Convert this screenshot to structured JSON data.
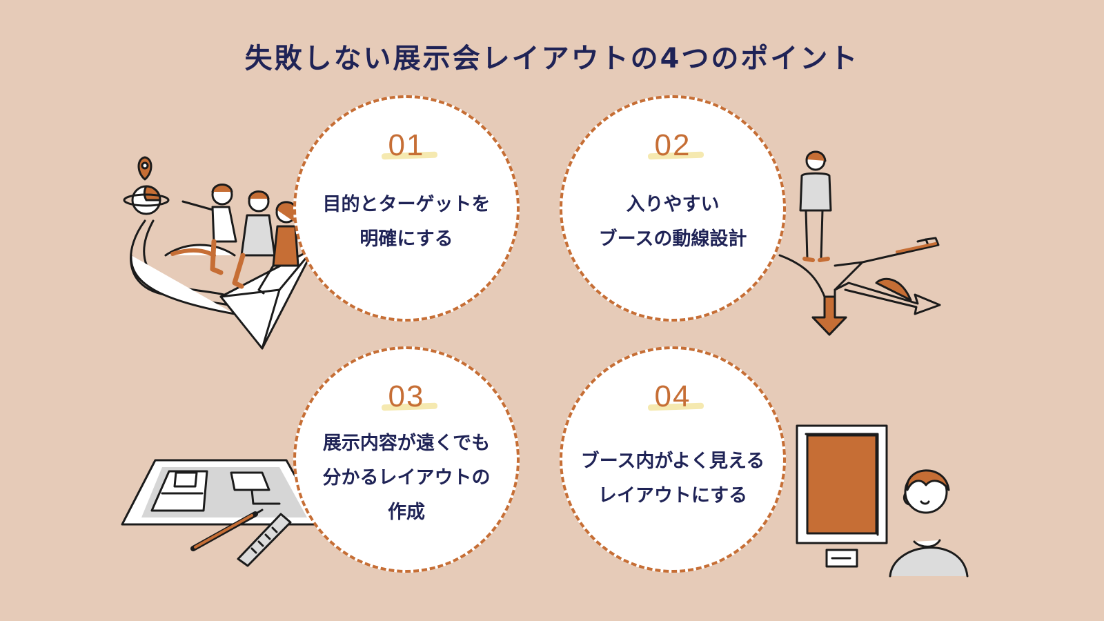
{
  "title": "失敗しない展示会レイアウトの4つのポイント",
  "points": [
    {
      "number": "01",
      "label": "目的とターゲットを\n明確にする"
    },
    {
      "number": "02",
      "label": "入りやすい\nブースの動線設計"
    },
    {
      "number": "03",
      "label": "展示内容が遠くでも\n分かるレイアウトの\n作成"
    },
    {
      "number": "04",
      "label": "ブース内がよく見える\nレイアウトにする"
    }
  ],
  "colors": {
    "background": "#e6cbb8",
    "accent": "#c66e35",
    "title": "#1f2356",
    "circle": "#ffffff",
    "number_highlight": "#f5e9b0"
  },
  "icons": [
    "map-pin-icon",
    "branching-arrows-icon",
    "floor-plan-icon",
    "monitor-icon"
  ]
}
